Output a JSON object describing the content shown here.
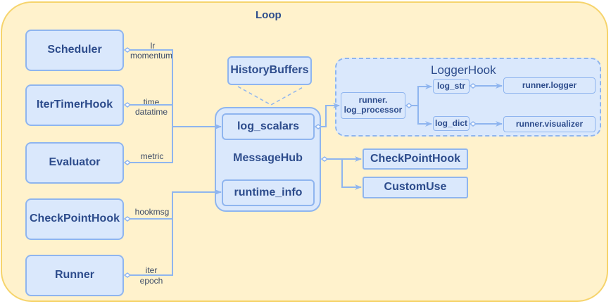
{
  "loop": {
    "title": "Loop"
  },
  "sources": {
    "scheduler": "Scheduler",
    "iter_timer_hook": "IterTimerHook",
    "evaluator": "Evaluator",
    "checkpoint_hook": "CheckPointHook",
    "runner": "Runner"
  },
  "edge_labels": {
    "lr": "lr",
    "momentum": "momentum",
    "time": "time",
    "datatime": "datatime",
    "metric": "metric",
    "hookmsg": "hookmsg",
    "iter": "iter",
    "epoch": "epoch"
  },
  "history_buffers": "HistoryBuffers",
  "message_hub": {
    "title": "MessageHub",
    "log_scalars": "log_scalars",
    "runtime_info": "runtime_info"
  },
  "logger_hook": {
    "title": "LoggerHook",
    "log_processor_line1": "runner.",
    "log_processor_line2": "log_processor",
    "log_str": "log_str",
    "log_dict": "log_dict",
    "logger": "runner.logger",
    "visualizer": "runner.visualizer"
  },
  "consumers": {
    "checkpoint_hook": "CheckPointHook",
    "custom_use": "CustomUse"
  },
  "colors": {
    "loop_fill": "#fff2cc",
    "loop_border": "#f6d46c",
    "box_fill": "#dae8fc",
    "box_border": "#8fb5ef",
    "text": "#2d4c8c"
  }
}
